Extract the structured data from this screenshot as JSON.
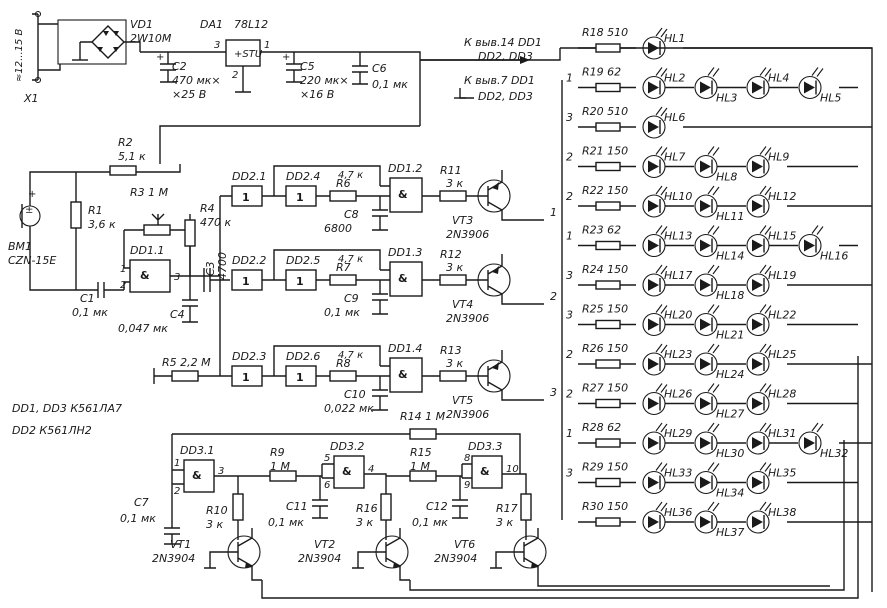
{
  "supply": {
    "input": "≈12...15 В",
    "connector": "X1",
    "bridge": {
      "ref": "VD1",
      "part": "2W10M"
    },
    "regulator": {
      "ref": "DA1",
      "part": "78L12",
      "body": "+STU",
      "pin_in": "3",
      "pin_out": "1",
      "pin_gnd": "2"
    },
    "c2": {
      "ref": "C2",
      "val1": "470 мк×",
      "val2": "×25 В"
    },
    "c5": {
      "ref": "C5",
      "val1": "220 мк×",
      "val2": "×16 В"
    },
    "c6": {
      "ref": "C6",
      "val": "0,1 мк"
    },
    "to_vcc_1": "К выв.14 DD1",
    "to_vcc_2": "DD2, DD3",
    "to_gnd_1": "К выв.7 DD1",
    "to_gnd_2": "DD2, DD3"
  },
  "mic": {
    "ref": "BM1",
    "part": "CZN-15E",
    "r1": "R1",
    "r1v": "3,6 к",
    "r2": "R2",
    "r2v": "5,1 к",
    "c1": "C1",
    "c1v": "0,1 мк"
  },
  "preamp": {
    "r3": "R3 1 М",
    "r4": "R4",
    "r4v": "470 к",
    "c3": "C3",
    "c3v": "4700",
    "c4": "C4",
    "c4v": "0,047 мк",
    "r5": "R5 2,2 М",
    "dd11": "DD1.1",
    "dd22": "DD2.2",
    "dd21": "DD2.1",
    "dd23": "DD2.3"
  },
  "channels": [
    {
      "inv1": "DD2.1",
      "inv2": "DD2.4",
      "r": "R6",
      "rv": "4,7 к",
      "c": "C8",
      "cv": "6800",
      "nand": "DD1.2",
      "rb": "R11",
      "rbv": "3 к",
      "vt": "VT3",
      "vtp": "2N3906",
      "out": "1"
    },
    {
      "inv1": "DD2.2",
      "inv2": "DD2.5",
      "r": "R7",
      "rv": "4,7 к",
      "c": "C9",
      "cv": "0,1 мк",
      "nand": "DD1.3",
      "rb": "R12",
      "rbv": "3 к",
      "vt": "VT4",
      "vtp": "2N3906",
      "out": "2"
    },
    {
      "inv1": "DD2.3",
      "inv2": "DD2.6",
      "r": "R8",
      "rv": "4,7 к",
      "c": "C10",
      "cv": "0,022 мк",
      "nand": "DD1.4",
      "rb": "R13",
      "rbv": "3 к",
      "vt": "VT5",
      "vtp": "2N3906",
      "out": "3"
    }
  ],
  "ic_list": {
    "line1": "DD1, DD3  К561ЛА7",
    "line2": "DD2  К561ЛН2"
  },
  "oscillator": {
    "dd31": "DD3.1",
    "dd32": "DD3.2",
    "dd33": "DD3.3",
    "r9": "R9",
    "r9v": "1 М",
    "r15": "R15",
    "r15v": "1 М",
    "r14": "R14 1 М",
    "c7": "C7",
    "c7v": "0,1 мк",
    "c11": "C11",
    "c11v": "0,1 мк",
    "c12": "C12",
    "c12v": "0,1 мк",
    "r10": "R10",
    "r10v": "3 к",
    "r16": "R16",
    "r16v": "3 к",
    "r17": "R17",
    "r17v": "3 к",
    "vt1": "VT1",
    "vt1p": "2N3904",
    "vt2": "VT2",
    "vt2p": "2N3904",
    "vt6": "VT6",
    "vt6p": "2N3904"
  },
  "led_rows": [
    {
      "ch": "",
      "res": "R18 510",
      "leds": [
        "HL1"
      ]
    },
    {
      "ch": "1",
      "res": "R19 62",
      "leds": [
        "HL2",
        "HL3",
        "HL4",
        "HL5"
      ]
    },
    {
      "ch": "3",
      "res": "R20 510",
      "leds": [
        "HL6"
      ]
    },
    {
      "ch": "2",
      "res": "R21 150",
      "leds": [
        "HL7",
        "HL8",
        "HL9"
      ]
    },
    {
      "ch": "2",
      "res": "R22 150",
      "leds": [
        "HL10",
        "HL11",
        "HL12"
      ]
    },
    {
      "ch": "1",
      "res": "R23 62",
      "leds": [
        "HL13",
        "HL14",
        "HL15",
        "HL16"
      ]
    },
    {
      "ch": "3",
      "res": "R24 150",
      "leds": [
        "HL17",
        "HL18",
        "HL19"
      ]
    },
    {
      "ch": "3",
      "res": "R25 150",
      "leds": [
        "HL20",
        "HL21",
        "HL22"
      ]
    },
    {
      "ch": "2",
      "res": "R26 150",
      "leds": [
        "HL23",
        "HL24",
        "HL25"
      ]
    },
    {
      "ch": "2",
      "res": "R27 150",
      "leds": [
        "HL26",
        "HL27",
        "HL28"
      ]
    },
    {
      "ch": "1",
      "res": "R28 62",
      "leds": [
        "HL29",
        "HL30",
        "HL31",
        "HL32"
      ]
    },
    {
      "ch": "3",
      "res": "R29 150",
      "leds": [
        "HL33",
        "HL34",
        "HL35"
      ]
    },
    {
      "ch": "",
      "res": "R30 150",
      "leds": [
        "HL36",
        "HL37",
        "HL38"
      ]
    }
  ]
}
